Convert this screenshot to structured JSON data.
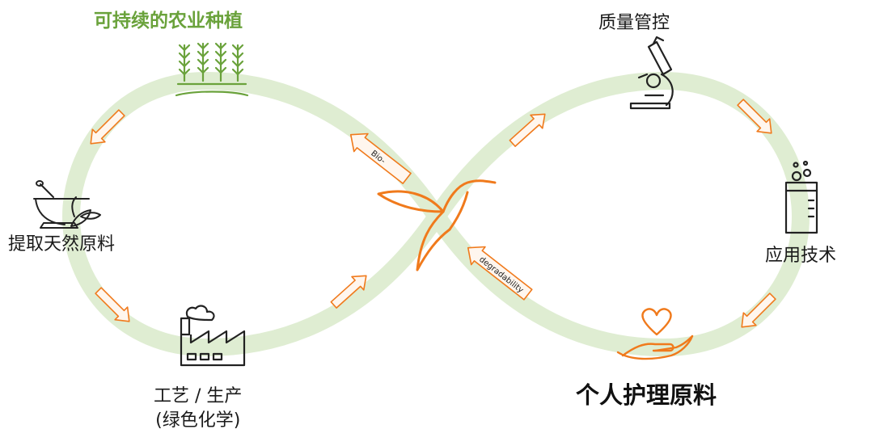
{
  "labels": {
    "sustainable_agriculture": "可持续的农业种植",
    "natural_extraction": "提取天然原料",
    "process_line1": "工艺 / 生产",
    "process_line2": "(绿色化学)",
    "quality_control": "质量管控",
    "application_technology": "应用技术",
    "personal_care_ingredients": "个人护理原料"
  },
  "arrow_texts": {
    "bio": "Bio-",
    "degradability": "degradability"
  },
  "colors": {
    "loop": "#dfedd2",
    "accent": "#f07a1c",
    "agri_green": "#6aa23b",
    "icon": "#222222"
  },
  "icons": [
    "wheat-icon",
    "mortar-leaf-icon",
    "factory-icon",
    "microscope-icon",
    "beaker-icon",
    "heart-hand-icon",
    "hummingbird-icon"
  ]
}
